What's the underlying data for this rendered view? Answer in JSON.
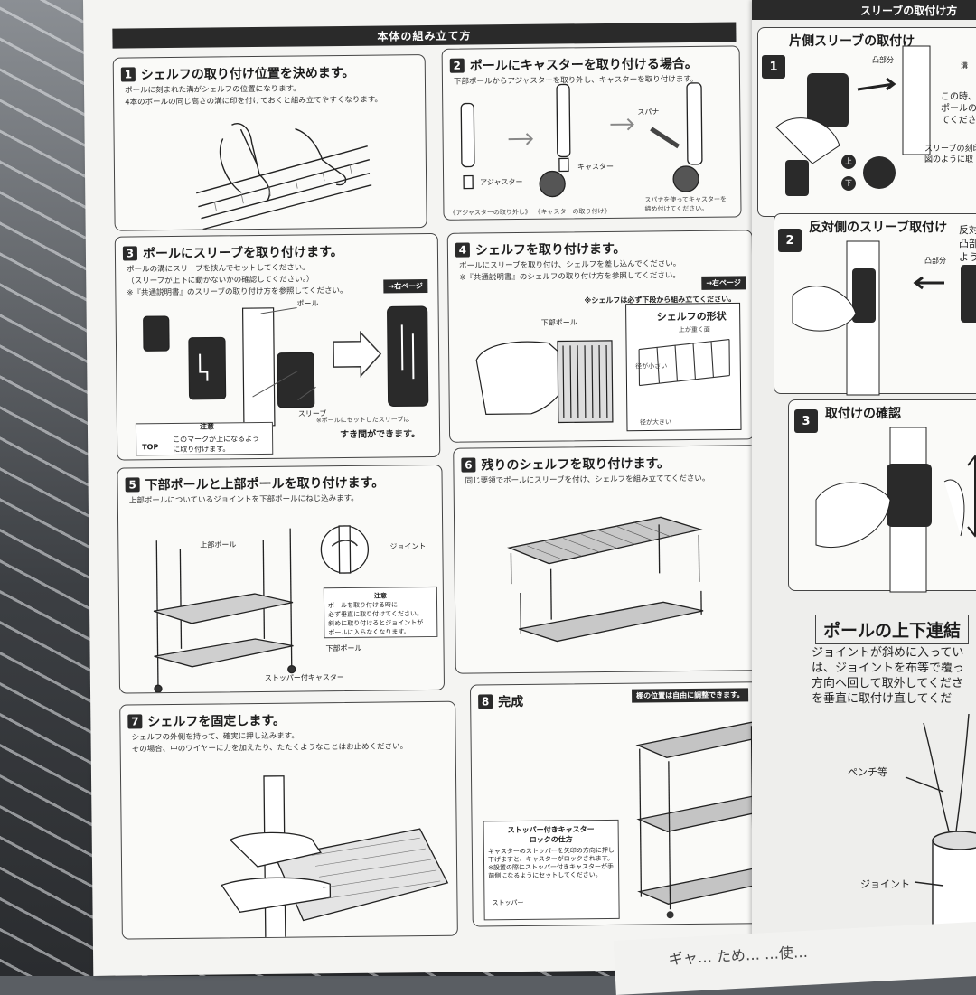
{
  "header": {
    "title": "本体の組み立て方"
  },
  "panels": [
    {
      "num": "1",
      "title": "シェルフの取り付け位置を決めます。",
      "desc": "ポールに刻まれた溝がシェルフの位置になります。\n4本のポールの同じ高さの溝に印を付けておくと組み立てやすくなります。"
    },
    {
      "num": "2",
      "title": "ポールにキャスターを取り付ける場合。",
      "desc": "下部ポールからアジャスターを取り外し、キャスターを取り付けます。",
      "labels": {
        "adjuster": "アジャスター",
        "caster": "キャスター",
        "spanner": "スパナ",
        "cap1": "《アジャスターの取り外し》",
        "cap2": "《キャスターの取り付け》",
        "cap3": "スパナを使ってキャスターを\n締め付けてください。"
      }
    },
    {
      "num": "3",
      "title": "ポールにスリーブを取り付けます。",
      "desc": "ポールの溝にスリーブを挟んでセットしてください。\n（スリーブが上下に動かないかの確認してください。）\n※『共通説明書』のスリーブの取り付け方を参照してください。",
      "tag": "→右ページ",
      "labels": {
        "pole": "ポール",
        "sleeve": "スリーブ",
        "caution": "注意",
        "top": "TOP",
        "top_note": "このマークが上になるよう\nに取り付けます。",
        "gap_note": "※ポールにセットしたスリーブは",
        "gap_bold": "すき間ができます。"
      }
    },
    {
      "num": "4",
      "title": "シェルフを取り付けます。",
      "desc": "ポールにスリーブを取り付け、シェルフを差し込んでください。\n※『共通説明書』のシェルフの取り付け方を参照してください。",
      "tag": "→右ページ",
      "labels": {
        "bottom_first": "※シェルフは必ず下段から組み立てください。",
        "lower_pole": "下部ポール",
        "shape": "シェルフの形状",
        "top_side": "上が重く面",
        "small_dia": "径が小さい",
        "large_dia": "径が大きい"
      }
    },
    {
      "num": "5",
      "title": "下部ポールと上部ポールを取り付けます。",
      "desc": "上部ポールについているジョイントを下部ポールにねじ込みます。",
      "labels": {
        "upper_pole": "上部ポール",
        "joint": "ジョイント",
        "lower_pole": "下部ポール",
        "stopper_caster": "ストッパー付キャスター",
        "caution": "注意",
        "caution_text": "ポールを取り付ける時に\n必ず垂直に取り付けてください。\n斜めに取り付けるとジョイントが\nポールに入らなくなります。"
      }
    },
    {
      "num": "6",
      "title": "残りのシェルフを取り付けます。",
      "desc": "同じ要領でポールにスリーブを付け、シェルフを組み立ててください。"
    },
    {
      "num": "7",
      "title": "シェルフを固定します。",
      "desc": "シェルフの外側を持って、確実に押し込みます。\nその場合、中のワイヤーに力を加えたり、たたくようなことはお止めください。"
    },
    {
      "num": "8",
      "title": "完成",
      "tag": "棚の位置は自由に調整できます。",
      "labels": {
        "lock_title": "ストッパー付きキャスター\nロックの仕方",
        "lock_text": "キャスターのストッパーを矢印の方向に押し\n下げますと、キャスターがロックされます。\n※設置の際にストッパー付きキャスターが手\n前側になるようにセットしてください。",
        "stopper": "ストッパー"
      }
    }
  ],
  "right_page": {
    "header": "スリーブの取付け方",
    "step1": {
      "num": "1",
      "title": "片側スリーブの取付け",
      "convex": "凸部分",
      "groove": "溝",
      "text": "この時、ス\nポールの\nてくださ",
      "up": "上",
      "down": "下",
      "note": "スリーブの刻印\n図のように取"
    },
    "step2": {
      "num": "2",
      "title": "反対側のスリーブ取付け",
      "convex": "凸部分",
      "text": "反対\n凸部\nよう"
    },
    "step3": {
      "num": "3",
      "title": "取付けの確認"
    },
    "section": {
      "title": "ポールの上下連結",
      "text": "ジョイントが斜めに入ってい\nは、ジョイントを布等で覆っ\n方向へ回して取外してくださ\nを垂直に取付け直してくだ",
      "pliers": "ペンチ等",
      "joint": "ジョイント"
    }
  },
  "bottom_fragment": "ギャ… ため… …使…"
}
